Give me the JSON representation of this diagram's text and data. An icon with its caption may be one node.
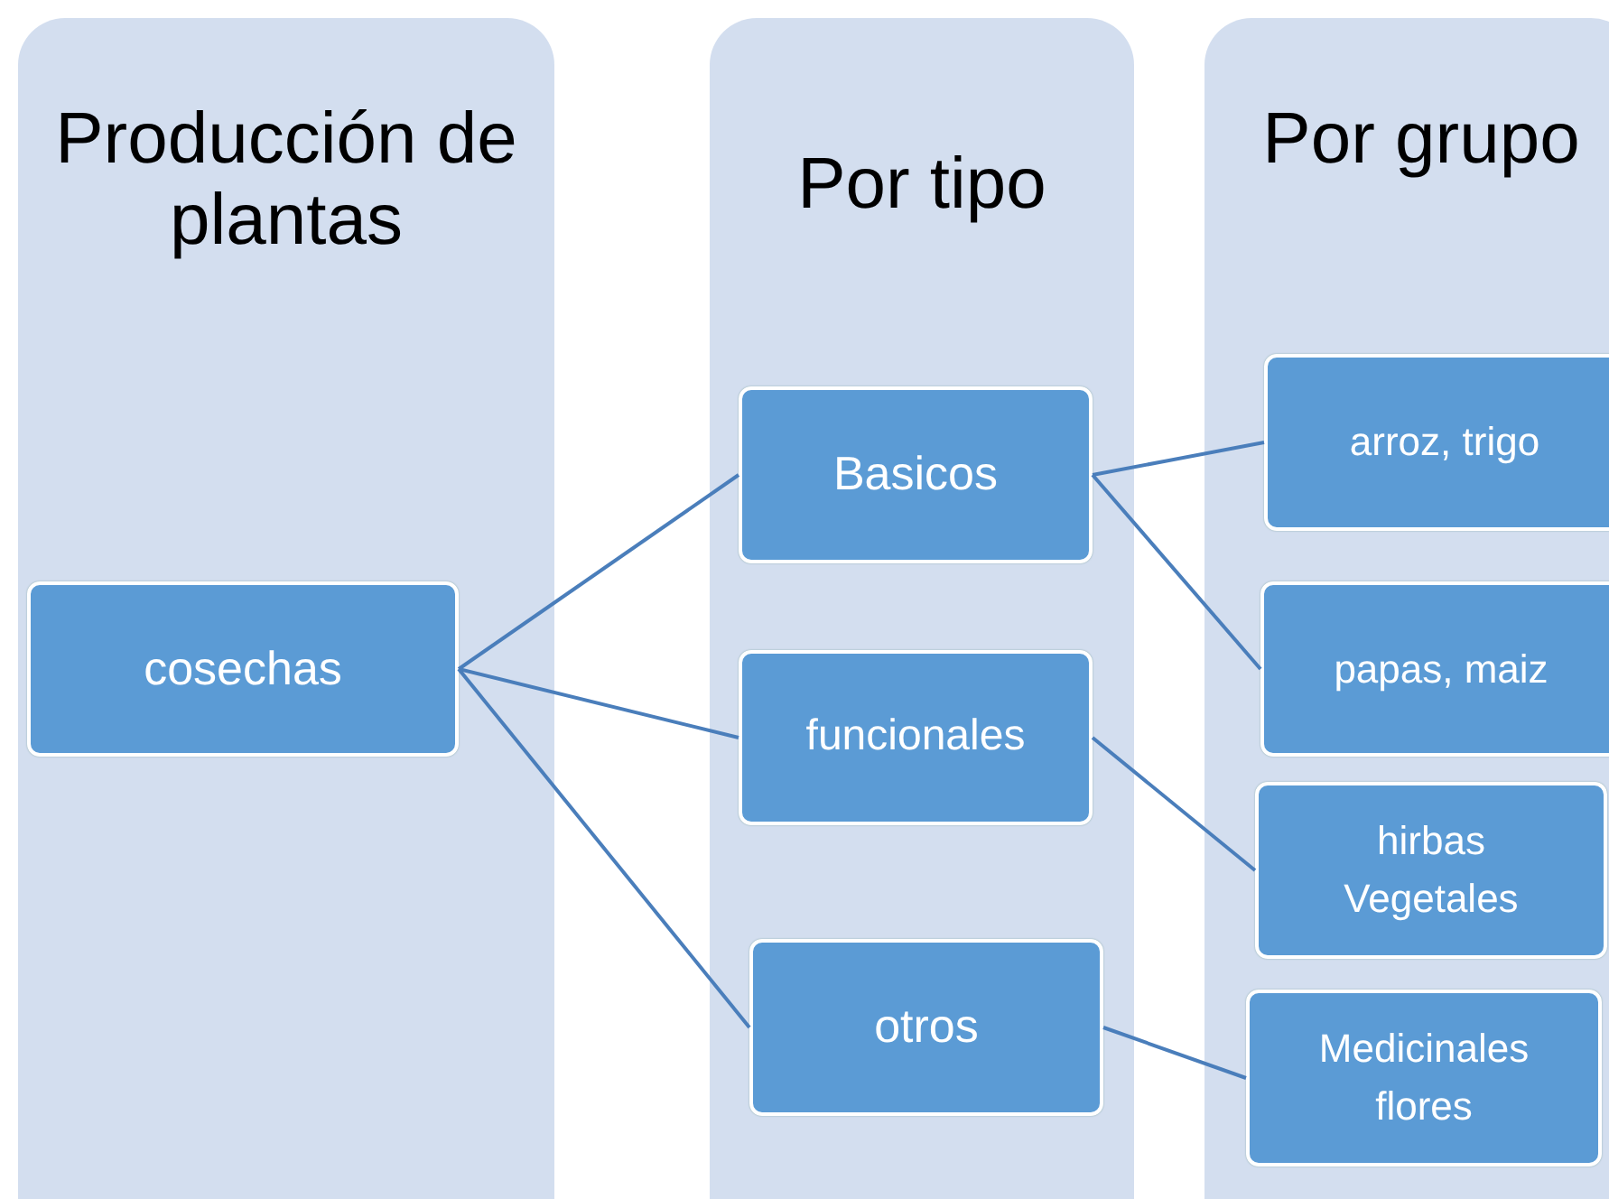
{
  "diagram": {
    "nodes": [
      {
        "text": [
          "Producción de plantas"
        ]
      },
      {
        "text": [
          "cosechas"
        ],
        "in": 0
      },
      {
        "text": [
          "Por tipo"
        ]
      },
      {
        "text": [
          "Basicos"
        ],
        "in": 2
      },
      {
        "text": [
          "funcionales"
        ],
        "in": 2
      },
      {
        "text": [
          "otros"
        ],
        "in": 2
      },
      {
        "text": [
          "Por grupo"
        ]
      },
      {
        "text": [
          "arroz, trigo"
        ],
        "in": 6
      },
      {
        "text": [
          "papas, maiz"
        ],
        "in": 6
      },
      {
        "text": [
          "hirbas Vegetales"
        ],
        "in": 6
      },
      {
        "text": [
          "Medicinales flores"
        ],
        "in": 6
      }
    ],
    "edges": [
      {
        "from": 1,
        "to": 3,
        "arrow": "none"
      },
      {
        "from": 1,
        "to": 4,
        "arrow": "none"
      },
      {
        "from": 1,
        "to": 5,
        "arrow": "none"
      },
      {
        "from": 3,
        "to": 7,
        "arrow": "none"
      },
      {
        "from": 3,
        "to": 8,
        "arrow": "none"
      },
      {
        "from": 4,
        "to": 9,
        "arrow": "none"
      },
      {
        "from": 5,
        "to": 10,
        "arrow": "none"
      }
    ]
  }
}
